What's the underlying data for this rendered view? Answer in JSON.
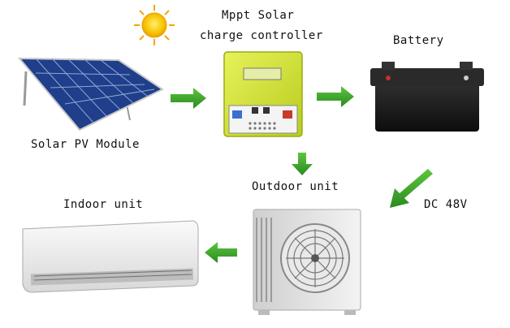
{
  "diagram": {
    "labels": {
      "controller_line1": "Mppt Solar",
      "controller_line2": "charge controller",
      "battery": "Battery",
      "solar_module": "Solar PV Module",
      "outdoor_unit": "Outdoor unit",
      "indoor_unit": "Indoor unit",
      "dc_voltage": "DC 48V"
    },
    "colors": {
      "arrow": "#3aa12a",
      "sun": "#f7b500",
      "panel": "#1f3f8a",
      "controller": "#d4e63a",
      "battery": "#1b1b1b"
    }
  }
}
